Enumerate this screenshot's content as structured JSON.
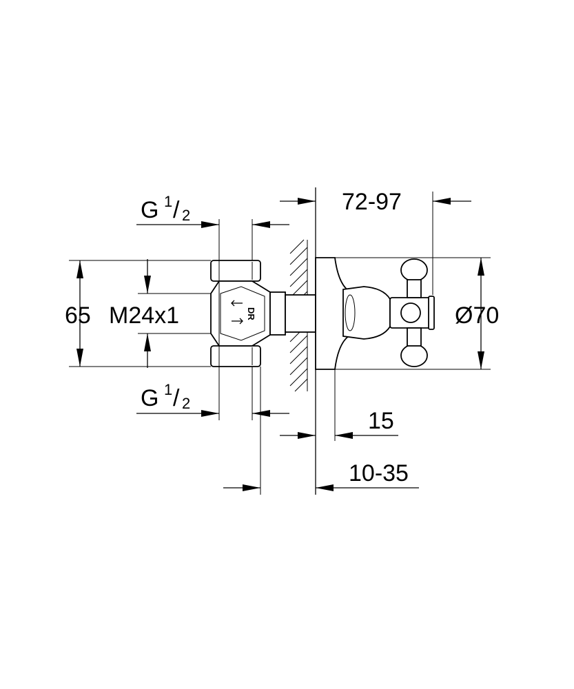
{
  "dimensions": {
    "inlet_top": {
      "main": "G",
      "sup": "1",
      "sub": "2"
    },
    "inlet_bottom": {
      "main": "G",
      "sup": "1",
      "sub": "2"
    },
    "projection": "72-97",
    "height": "65",
    "thread": "M24x1",
    "rosette_diameter": "Ø70",
    "rosette_depth": "15",
    "installation_depth": "10-35"
  },
  "body_marking": "DR"
}
